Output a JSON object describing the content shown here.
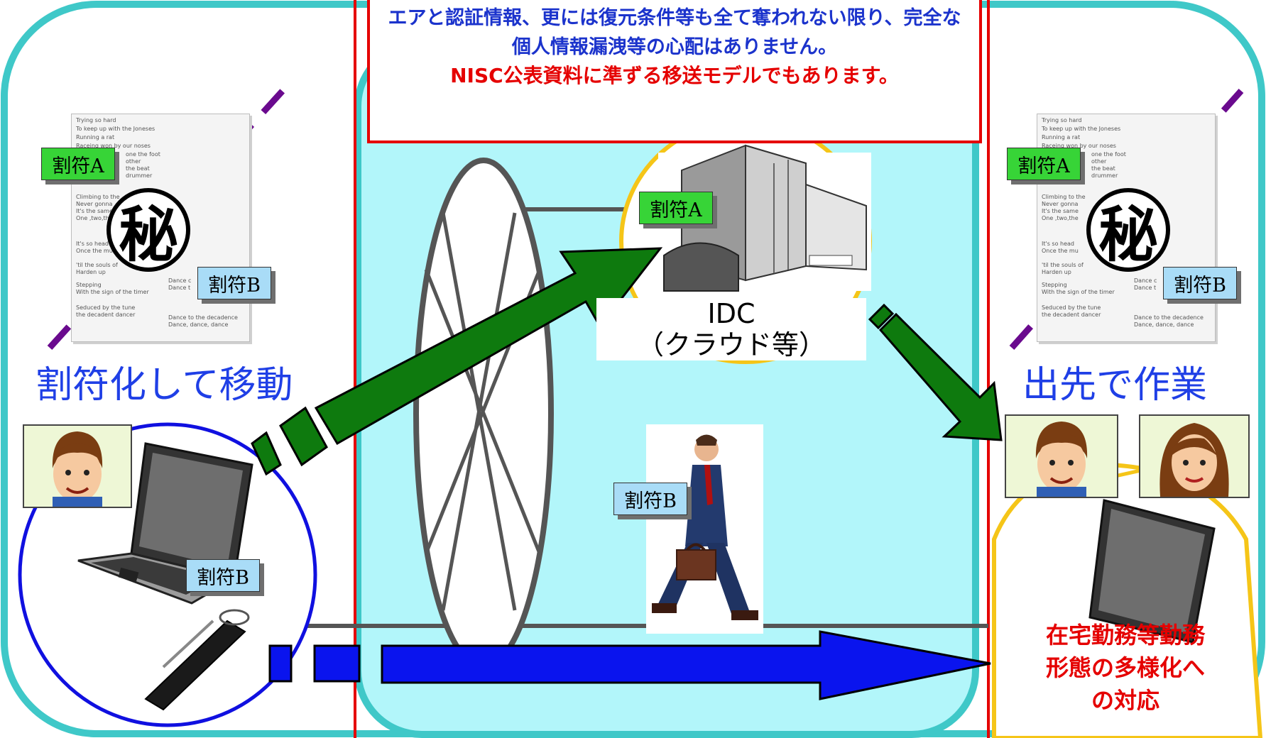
{
  "notice": {
    "body": "途中にも復元に必要な割符全てが入手され、復元に必要なソフトウエアと認証情報、更には復元条件等も全て奪われない限り、完全な個人情報漏洩等の心配はありません。",
    "note": "NISC公表資料に準ずる移送モデルでもあります。"
  },
  "left": {
    "caption": "割符化して移動",
    "doc_tag_a": "割符A",
    "doc_tag_b": "割符B",
    "laptop_tag": "割符B",
    "secret_mark": "秘",
    "doc_lines": [
      "Trying so hard",
      "To keep up with the Joneses",
      "Running a rat",
      "Raceing won by our noses",
      "one the foot",
      "other",
      "the beat",
      "drummer",
      "Climbing to the",
      "Never gonna",
      "It's the same",
      "One ,two,the",
      "It's so head",
      "Once the mu",
      "'til the souls of",
      "Harden up",
      "Stepping",
      "With the sign of the timer",
      "Dance c",
      "Dance t",
      "Seduced by the tune",
      "the decadent dancer",
      "Dance to the decadence",
      "Dance, dance, dance"
    ]
  },
  "center": {
    "idc_tag": "割符A",
    "idc_line1": "IDC",
    "idc_line2": "（クラウド等）",
    "walker_tag": "割符B"
  },
  "right": {
    "caption": "出先で作業",
    "doc_tag_a": "割符A",
    "doc_tag_b": "割符B",
    "secret_mark": "秘",
    "workstyle": [
      "在宅勤務等勤務",
      "形態の多様化へ",
      "の対応"
    ]
  },
  "colors": {
    "panel_border": "#3fc8c8",
    "center_fill": "#b2f6fa",
    "divider": "#e50000",
    "green_arrow": "#0e7a0e",
    "blue_arrow": "#0a14ee",
    "slash": "#6a0a8e",
    "pc_circle": "#1010e0",
    "idc_circle": "#f5c518",
    "tag_a": "#37d437",
    "tag_b": "#a9dcf7"
  }
}
